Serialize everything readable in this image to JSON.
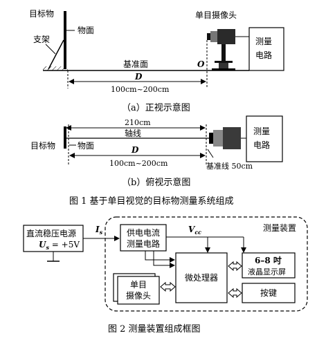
{
  "fig1": {
    "a": {
      "target_label": "目标物",
      "object_plane_label": "物面",
      "stand_label": "支架",
      "camera_label": "单目摄像头",
      "measure_label_1": "测量",
      "measure_label_2": "电路",
      "baseline_label": "基准面",
      "origin_label": "O",
      "distance_label": "D",
      "range_label": "100cm~200cm",
      "caption": "（a）正视示意图"
    },
    "b": {
      "length_label": "210cm",
      "axis_label": "轴线",
      "target_label": "目标物",
      "object_plane_label": "物面",
      "distance_label": "D",
      "range_label": "100cm~200cm",
      "measure_label_1": "测量",
      "measure_label_2": "电路",
      "baseline_label": "基准线 50cm",
      "caption": "（b）俯视示意图"
    },
    "caption": "图 1  基于单目视觉的目标物测量系统组成"
  },
  "fig2": {
    "psu_line1": "直流稳压电源",
    "psu_line2": "U",
    "psu_sub": "s",
    "psu_value": " = +5V",
    "current_label": "I",
    "current_sub": "s",
    "supply_line1": "供电电流",
    "supply_line2": "测量电路",
    "vcc_label": "V",
    "vcc_sub": "cc",
    "device_label": "测量装置",
    "lcd_line1": "6–8 吋",
    "lcd_line2": "液晶显示屏",
    "mcu_label": "微处理器",
    "camera_line1": "单目",
    "camera_line2": "摄像头",
    "keys_label": "按键",
    "caption": "图 2  测量装置组成框图"
  }
}
